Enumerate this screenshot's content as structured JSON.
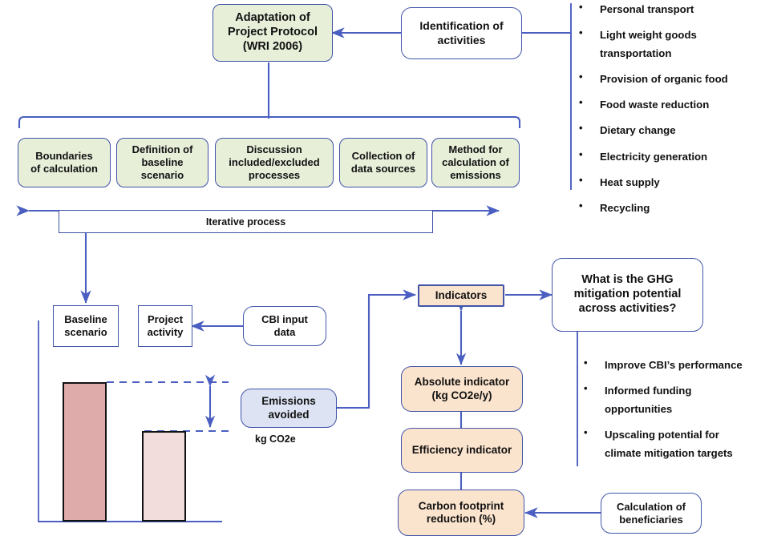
{
  "theme": {
    "line_color": "#4a5fc1",
    "box_border": "#3f51a5",
    "green_fill": "#e7efd9",
    "orange_fill": "#fbe4cd",
    "lavender_fill": "#dde3f3",
    "bar_dark_fill": "#dfaaaa",
    "bar_light_fill": "#f2dcdc",
    "bar_stroke": "#111111",
    "background": "#ffffff"
  },
  "nodes": {
    "adaptation_protocol": "Adaptation of\nProject Protocol\n(WRI 2006)",
    "identification_activities": "Identification of\nactivities",
    "boundaries": "Boundaries\nof calculation",
    "definition_baseline": "Definition of\nbaseline\nscenario",
    "discussion_processes": "Discussion\nincluded/excluded\nprocesses",
    "collection_sources": "Collection of\ndata sources",
    "method_emissions": "Method for\ncalculation of\nemissions",
    "iterative_process": "Iterative process",
    "baseline_scenario": "Baseline\nscenario",
    "project_activity": "Project\nactivity",
    "cbi_input_data": "CBI input\ndata",
    "emissions_avoided": "Emissions\navoided",
    "kg_co2e_label": "kg CO2e",
    "indicators": "Indicators",
    "absolute_indicator": "Absolute indicator\n(kg CO2e/y)",
    "efficiency_indicator": "Efficiency indicator",
    "carbon_footprint_reduction": "Carbon footprint\nreduction (%)",
    "calculation_beneficiaries": "Calculation of\nbeneficiaries",
    "ghg_question": "What is the GHG\nmitigation potential\nacross activities?"
  },
  "activities_list": {
    "bullet_glyph": "•",
    "items": [
      "Personal transport",
      "Light weight goods\ntransportation",
      "Provision of organic food",
      "Food waste reduction",
      "Dietary change",
      "Electricity generation",
      "Heat supply",
      "Recycling"
    ]
  },
  "outcomes_list": {
    "bullet_glyph": "•",
    "items": [
      "Improve CBI’s performance",
      "Informed funding\nopportunities",
      "Upscaling potential for\nclimate mitigation targets"
    ]
  },
  "chart_data": {
    "type": "bar",
    "categories": [
      "Baseline scenario",
      "Project activity"
    ],
    "values": [
      100,
      62
    ],
    "title": "",
    "xlabel": "",
    "ylabel": "kg CO2e",
    "annotation": "Emissions avoided",
    "series_colors": [
      "#dfaaaa",
      "#f2dcdc"
    ]
  }
}
